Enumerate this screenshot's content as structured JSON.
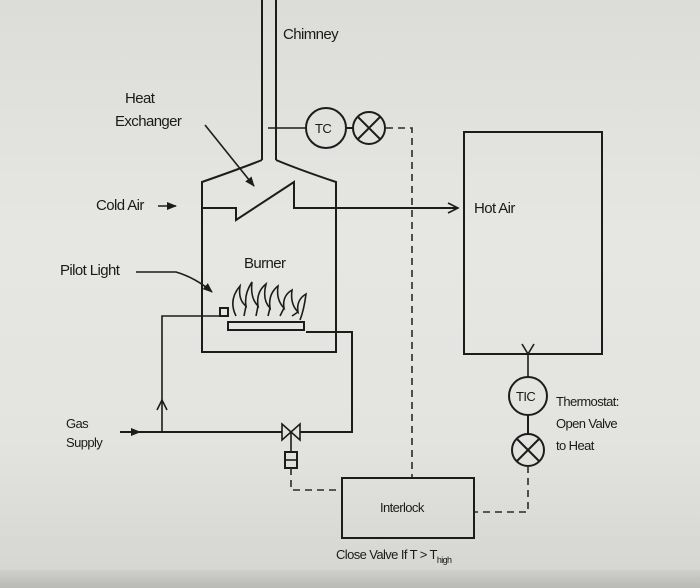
{
  "diagram": {
    "labels": {
      "chimney": "Chimney",
      "heat_exchanger_1": "Heat",
      "heat_exchanger_2": "Exchanger",
      "cold_air": "Cold Air",
      "hot_air": "Hot Air",
      "pilot_light": "Pilot Light",
      "burner": "Burner",
      "gas_supply_1": "Gas",
      "gas_supply_2": "Supply",
      "tc": "TC",
      "tic": "TIC",
      "thermostat_1": "Thermostat:",
      "thermostat_2": "Open Valve",
      "thermostat_3": "to Heat",
      "interlock": "Interlock",
      "close_valve_prefix": "Close Valve If T > T",
      "close_valve_sub": "high"
    }
  }
}
